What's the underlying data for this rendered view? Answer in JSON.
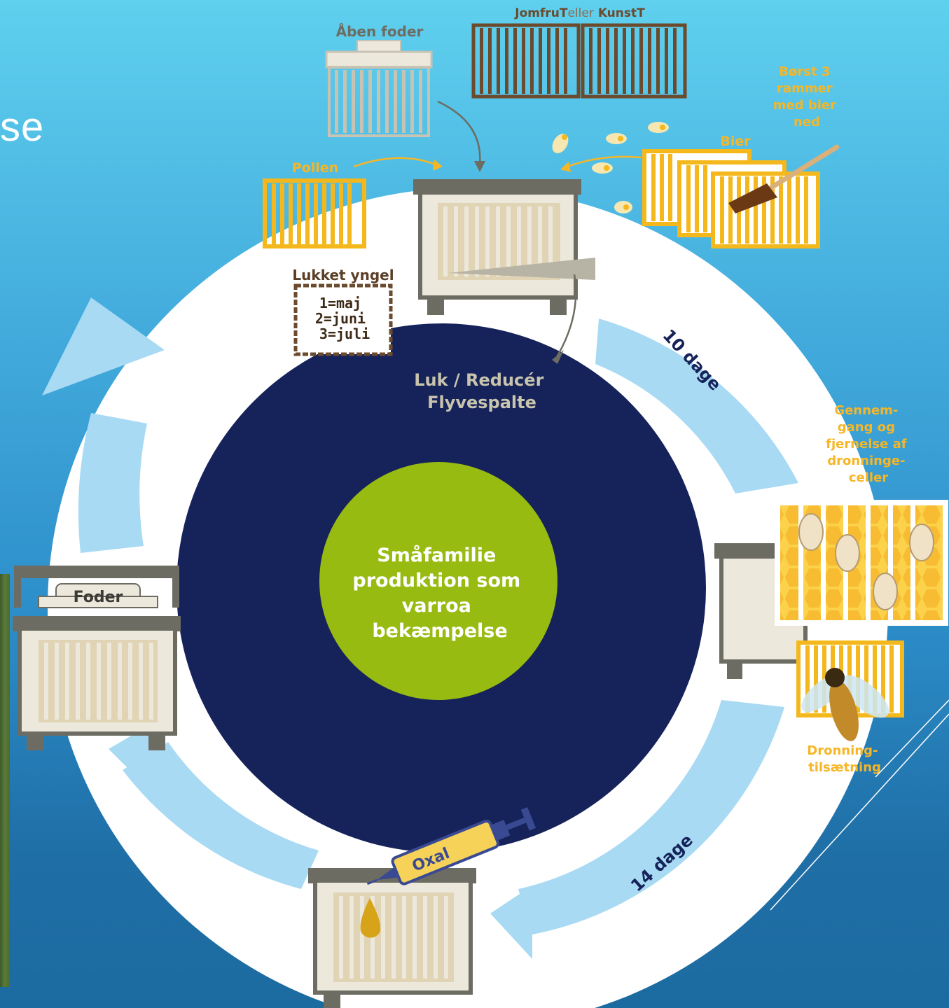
{
  "slide": {
    "partial_title": "se"
  },
  "diagram": {
    "center_label_lines": [
      "Småfamilie",
      "produktion som",
      "varroa",
      "bekæmpelse"
    ],
    "flyvespalte_lines": [
      "Luk / Reducér",
      "Flyvespalte"
    ],
    "aaben_foder": "Åben foder",
    "frames_header": {
      "jomfru": "JomfruT",
      "eller": "eller",
      "kunst": "KunstT"
    },
    "pollen": "Pollen",
    "borst_lines": [
      "Børst 3",
      "rammer",
      "med bier",
      "ned"
    ],
    "bier": "Bier",
    "lukket_yngel": {
      "title": "Lukket yngel",
      "lines": [
        "1=maj",
        "2=juni",
        "3=juli"
      ]
    },
    "days_10": "10 dage",
    "days_14": "14 dage",
    "gennemgang_lines": [
      "Gennem-",
      "gang og",
      "fjernelse af",
      "dronninge-",
      "celler"
    ],
    "dronning_lines": [
      "Dronning-",
      "tilsætning"
    ],
    "foder": "Foder",
    "oxal": "Oxal"
  },
  "colors": {
    "navy": "#16235a",
    "green": "#98bb12",
    "light_blue_arrow": "#a8daf4",
    "frame_yellow": "#f4b81c",
    "honey_yellow": "#fbd24a",
    "hive_beige": "#ece8dc",
    "hive_grey": "#6d6c62",
    "wood_brown": "#6b4a2d",
    "label_orange": "#f6b626"
  }
}
